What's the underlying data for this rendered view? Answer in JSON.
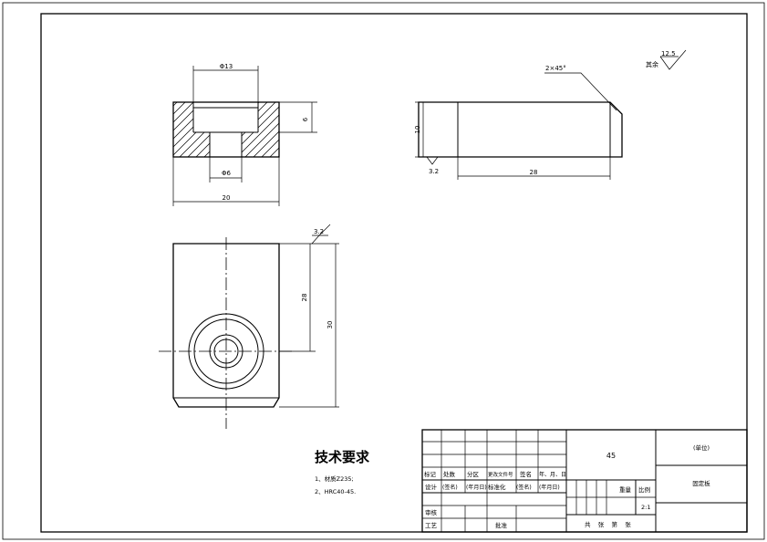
{
  "drawing": {
    "front_view": {
      "dim_bore": "Φ13",
      "dim_counterbore_depth": "6",
      "dim_hole": "Φ6",
      "dim_width": "20"
    },
    "side_view": {
      "chamfer": "2×45°",
      "dim_height": "10",
      "dim_length": "28",
      "roughness": "3.2"
    },
    "top_view": {
      "roughness": "3.2",
      "dim_inner": "28",
      "dim_total": "30"
    },
    "general_roughness": {
      "prefix": "其余",
      "value": "12.5"
    },
    "tech_requirements": {
      "title": "技术要求",
      "items": [
        "1、材质Z235;",
        "2、HRC40-45."
      ]
    },
    "title_block": {
      "material": "45",
      "company": "(单位)",
      "part_name": "固定板",
      "scale": "2:1",
      "headers": [
        "标记",
        "处数",
        "分区",
        "更改文件号",
        "签名",
        "年、月、日"
      ],
      "design_row": [
        "设计",
        "(签名)",
        "(年月日)",
        "标准化",
        "(签名)",
        "(年月日)"
      ],
      "review": "审核",
      "process": "工艺",
      "approve": "批准",
      "weight_label": "重量",
      "scale_label": "比例",
      "sheets": "共    张    第    张"
    }
  }
}
